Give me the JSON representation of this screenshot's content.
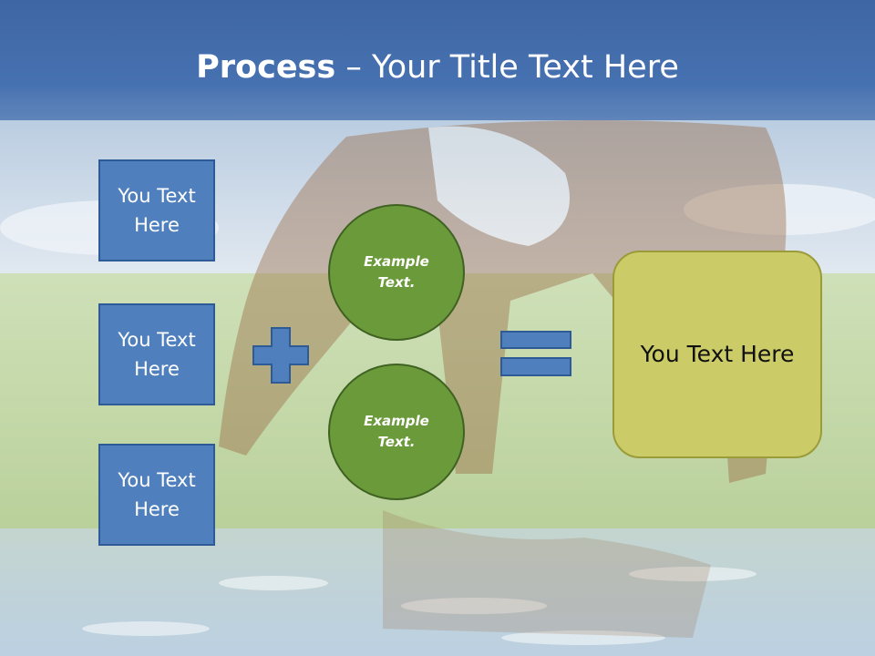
{
  "title": {
    "bold": "Process",
    "rest": " – Your Title Text Here"
  },
  "left_boxes": [
    "You Text Here",
    "You Text Here",
    "You Text Here"
  ],
  "circles": [
    "Example Text.",
    "Example Text."
  ],
  "result": "You Text Here",
  "icons": {
    "plus": "plus-icon",
    "equals": "equals-icon"
  },
  "colors": {
    "header": "#4671b0",
    "box_fill": "#4f7fbd",
    "circle_fill": "#6b9a3a",
    "result_fill": "#cbcb68"
  }
}
